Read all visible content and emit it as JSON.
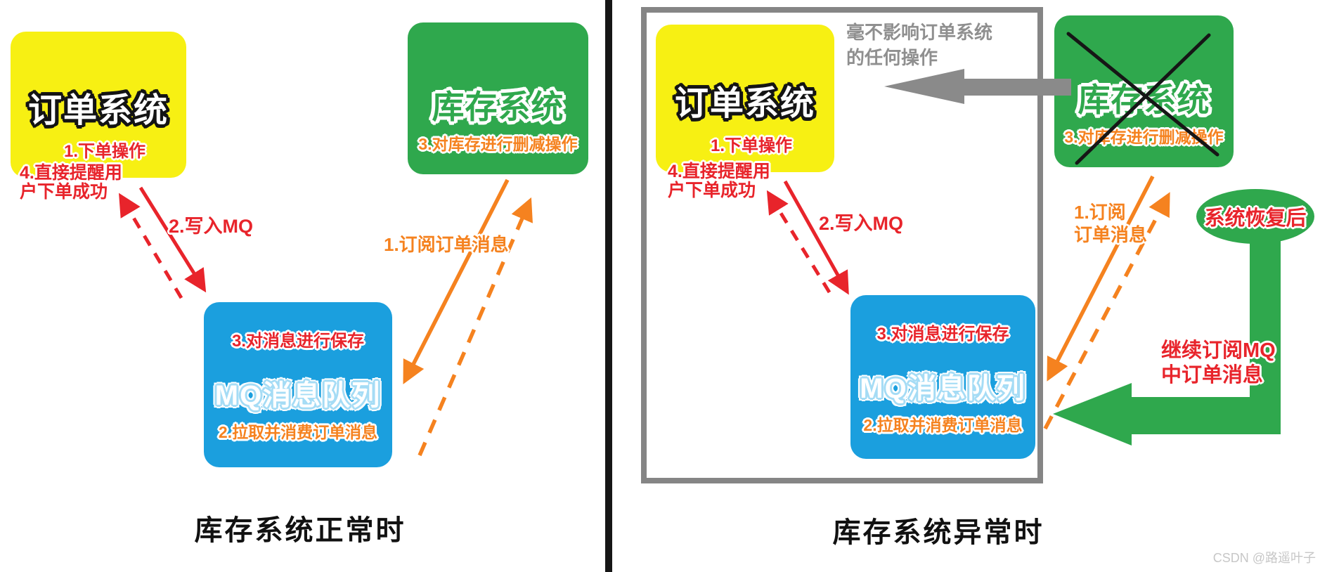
{
  "colors": {
    "yellow": "#F7F013",
    "green": "#2FA84D",
    "blue": "#1B9FDE",
    "red": "#E8242B",
    "orange": "#F5821F",
    "gray": "#8A8A8A"
  },
  "left": {
    "caption": "库存系统正常时",
    "order_box": {
      "title": "订单系统",
      "step1": "1.下单操作"
    },
    "notify": {
      "line1": "4.直接提醒用",
      "line2": "户下单成功"
    },
    "write_mq": "2.写入MQ",
    "subscribe": "1.订阅订单消息",
    "inventory_box": {
      "title": "库存系统",
      "step3": "3.对库存进行删减操作"
    },
    "mq_box": {
      "save": "3.对消息进行保存",
      "title": "MQ消息队列",
      "pull": "2.拉取并消费订单消息"
    }
  },
  "right": {
    "caption": "库存系统异常时",
    "order_box": {
      "title": "订单系统",
      "step1": "1.下单操作"
    },
    "notify": {
      "line1": "4.直接提醒用",
      "line2": "户下单成功"
    },
    "write_mq": "2.写入MQ",
    "no_impact": {
      "line1": "毫不影响订单系统",
      "line2": "的任何操作"
    },
    "subscribe": {
      "line1": "1.订阅",
      "line2": "订单消息"
    },
    "inventory_box": {
      "title": "库存系统",
      "step3": "3.对库存进行删减操作"
    },
    "mq_box": {
      "save": "3.对消息进行保存",
      "title": "MQ消息队列",
      "pull": "2.拉取并消费订单消息"
    },
    "recovered": "系统恢复后",
    "resubscribe": {
      "line1": "继续订阅MQ",
      "line2": "中订单消息"
    }
  },
  "watermark": "CSDN @路遥叶子"
}
